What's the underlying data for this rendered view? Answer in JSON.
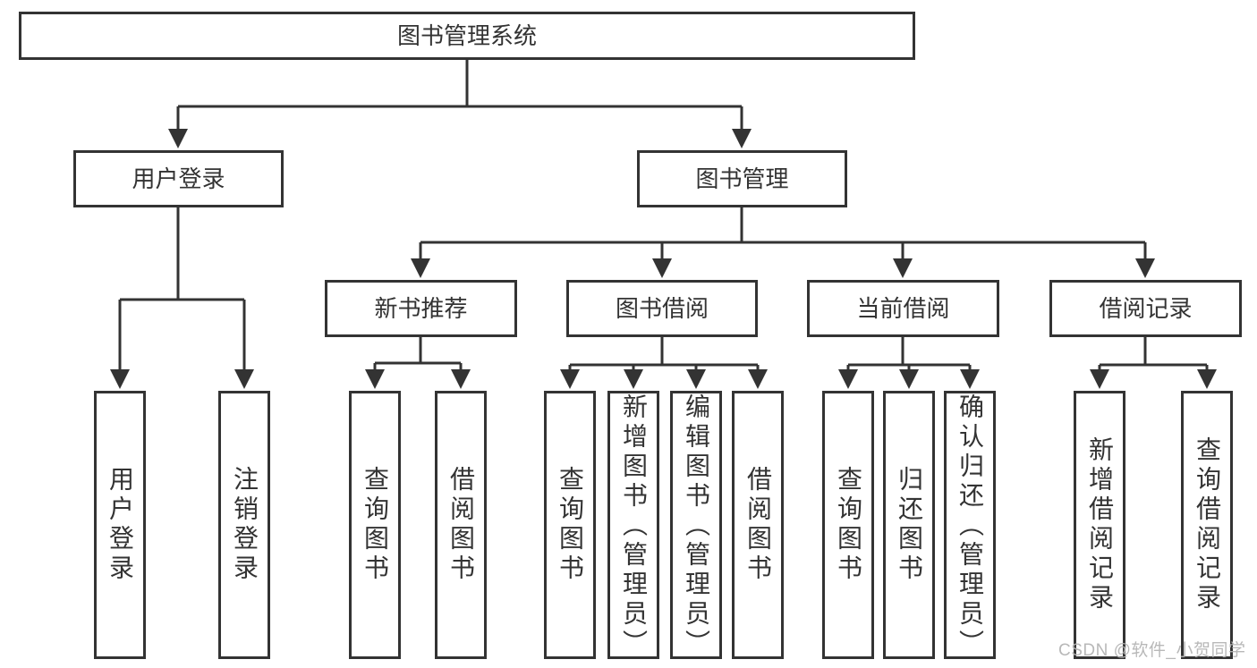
{
  "tree": {
    "root": "图书管理系统",
    "children": [
      {
        "label": "用户登录",
        "children": [
          {
            "label": "用户登录"
          },
          {
            "label": "注销登录"
          }
        ]
      },
      {
        "label": "图书管理",
        "children": [
          {
            "label": "新书推荐",
            "children": [
              {
                "label": "查询图书"
              },
              {
                "label": "借阅图书"
              }
            ]
          },
          {
            "label": "图书借阅",
            "children": [
              {
                "label": "查询图书"
              },
              {
                "label": "新增图书（管理员）"
              },
              {
                "label": "编辑图书（管理员）"
              },
              {
                "label": "借阅图书"
              }
            ]
          },
          {
            "label": "当前借阅",
            "children": [
              {
                "label": "查询图书"
              },
              {
                "label": "归还图书"
              },
              {
                "label": "确认归还（管理员）"
              }
            ]
          },
          {
            "label": "借阅记录",
            "children": [
              {
                "label": "新增借阅记录"
              },
              {
                "label": "查询借阅记录"
              }
            ]
          }
        ]
      }
    ]
  },
  "watermark": {
    "text": "CSDN @软件_小贺同学"
  },
  "colors": {
    "line": "#333333",
    "box_border": "#333333",
    "box_fill": "#ffffff",
    "text": "#333333",
    "watermark": "#b5b5b5"
  }
}
